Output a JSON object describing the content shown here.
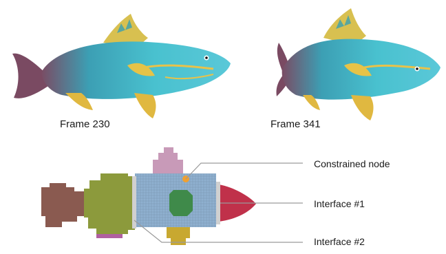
{
  "figure": {
    "frames": [
      {
        "caption": "Frame 230"
      },
      {
        "caption": "Frame 341"
      }
    ],
    "labels": {
      "constrained_node": "Constrained node",
      "interface_1": "Interface #1",
      "interface_2": "Interface #2"
    },
    "colors": {
      "fish_body": "#3fb3c7",
      "fish_fin": "#e8c240",
      "fish_tail": "#8a4a58",
      "seg_tail": "#8a5a50",
      "seg_mid": "#8c9a3c",
      "seg_body": "#8fb0d0",
      "seg_head": "#c0314a",
      "seg_top_fin": "#c89ab8",
      "seg_bottom_fin": "#c8a830",
      "seg_core": "#3f8a4a",
      "node_marker": "#f0a030",
      "interface_plate": "#d0d0d0"
    }
  }
}
